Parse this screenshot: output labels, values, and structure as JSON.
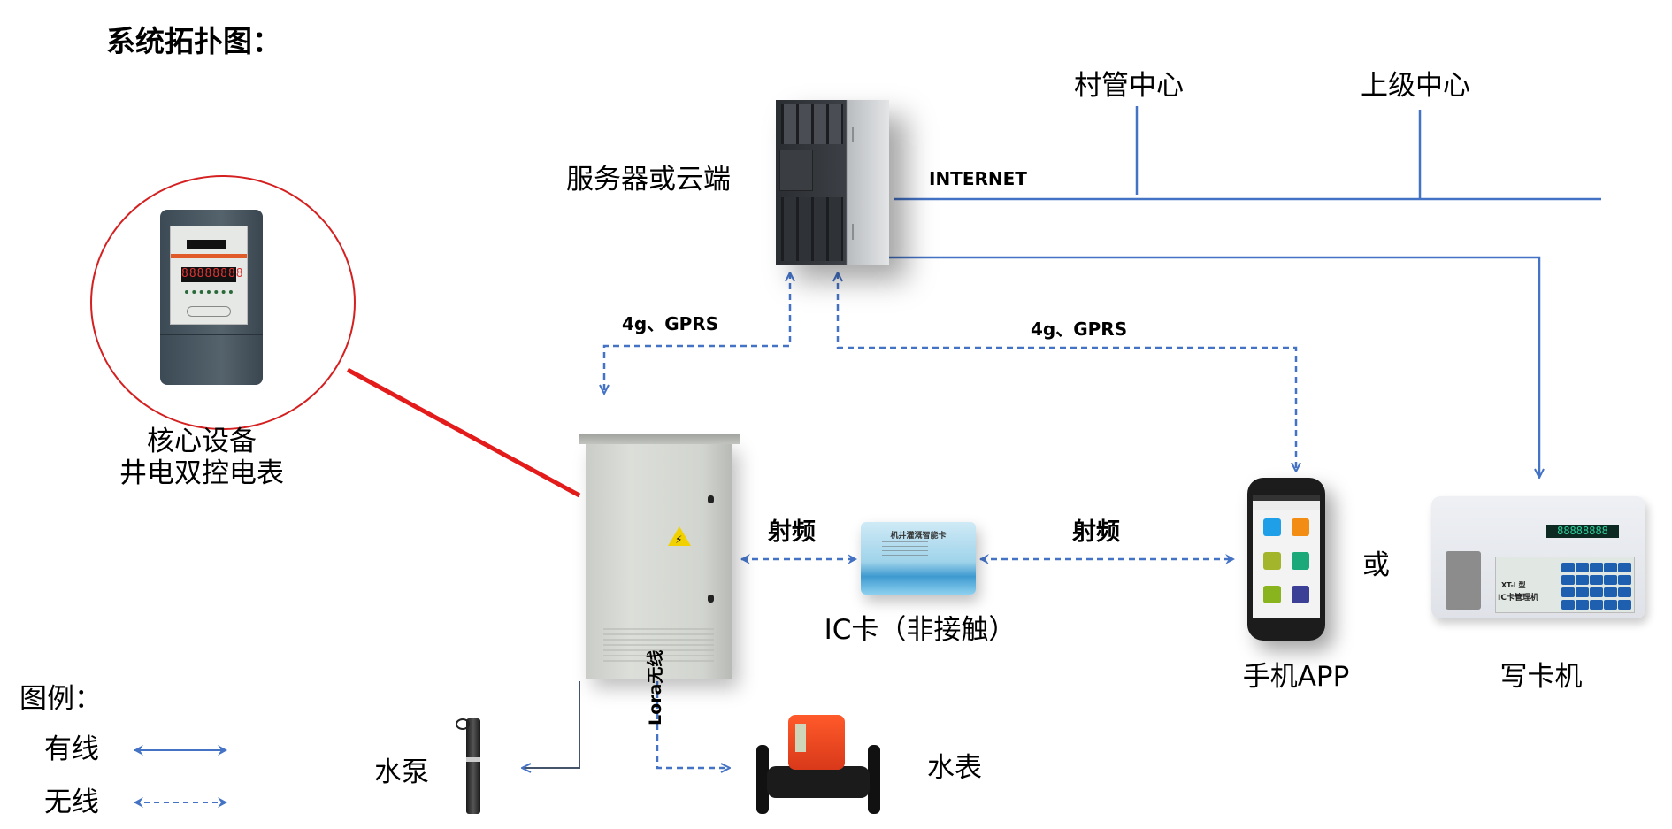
{
  "title": "系统拓扑图：",
  "colors": {
    "link_blue": "#4472C4",
    "core_red": "#E31B1B",
    "core_circle": "#D42020"
  },
  "nodes": {
    "core_device": {
      "line1": "核心设备",
      "line2": "井电双控电表"
    },
    "server": {
      "label": "服务器或云端"
    },
    "village_center": {
      "label": "村管中心"
    },
    "upper_center": {
      "label": "上级中心"
    },
    "ic_card": {
      "label": "IC卡（非接触）",
      "card_title": "机井灌溉智能卡"
    },
    "phone_app": {
      "label": "手机APP"
    },
    "or_text": "或",
    "card_writer": {
      "label": "写卡机",
      "model": "XT-I 型",
      "name": "IC卡管理机",
      "display": "88888888"
    },
    "pump": {
      "label": "水泵"
    },
    "water_meter": {
      "label": "水表"
    },
    "meter_display": "88888888"
  },
  "links": {
    "internet": "INTERNET",
    "gprs_left": "4g、GPRS",
    "gprs_right": "4g、GPRS",
    "rf_left": "射频",
    "rf_right": "射频",
    "lora": "Lora无线"
  },
  "legend": {
    "title": "图例：",
    "items": [
      {
        "label": "有线",
        "style": "solid"
      },
      {
        "label": "无线",
        "style": "dashed"
      }
    ]
  }
}
